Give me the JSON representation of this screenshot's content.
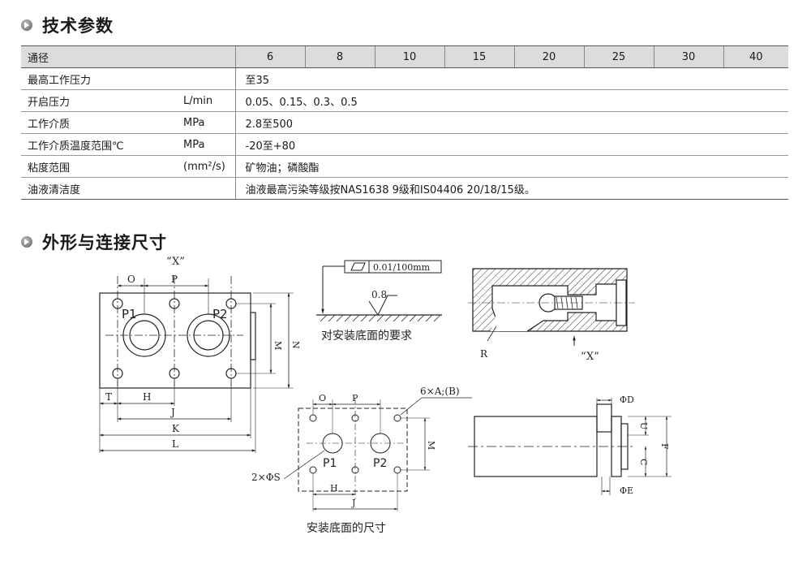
{
  "sections": {
    "tech_title": "技术参数",
    "dim_title": "外形与连接尺寸"
  },
  "table": {
    "header": [
      "通径",
      "6",
      "8",
      "10",
      "15",
      "20",
      "25",
      "30",
      "40"
    ],
    "rows": [
      {
        "param": "最高工作压力",
        "unit": "",
        "value": "至35"
      },
      {
        "param": "开启压力",
        "unit": "L/min",
        "value": "0.05、0.15、0.3、0.5"
      },
      {
        "param": "工作介质",
        "unit": "MPa",
        "value": "2.8至500"
      },
      {
        "param": "工作介质温度范围℃",
        "unit": "MPa",
        "value": "-20至+80"
      },
      {
        "param": "粘度范围",
        "unit": "(mm²/s)",
        "value": "矿物油；磷酸酯"
      },
      {
        "param": "油液清洁度",
        "unit": "",
        "value": "油液最高污染等级按NAS1638 9级和IS04406 20/18/15级。"
      }
    ]
  },
  "drawings": {
    "top_view": {
      "x_label": "“X”",
      "port1": "P1",
      "port2": "P2",
      "dims": {
        "O": "O",
        "P": "P",
        "M": "M",
        "N": "N",
        "T": "T",
        "H": "H",
        "J": "J",
        "K": "K",
        "L": "L"
      }
    },
    "surface": {
      "tolerance": "0.01/100mm",
      "roughness": "0.8",
      "caption": "对安装底面的要求"
    },
    "section": {
      "R": "R",
      "x_label": "“X”"
    },
    "mounting": {
      "holes": "6×A;(B)",
      "ports_dia": "2×ΦS",
      "port1": "P1",
      "port2": "P2",
      "dims": {
        "O": "O",
        "P": "P",
        "M": "M",
        "H": "H",
        "J": "J"
      },
      "caption": "安装底面的尺寸"
    },
    "side_view": {
      "dims": {
        "D": "ΦD",
        "E": "ΦE",
        "U": "U",
        "C": "C",
        "F": "F"
      }
    }
  }
}
